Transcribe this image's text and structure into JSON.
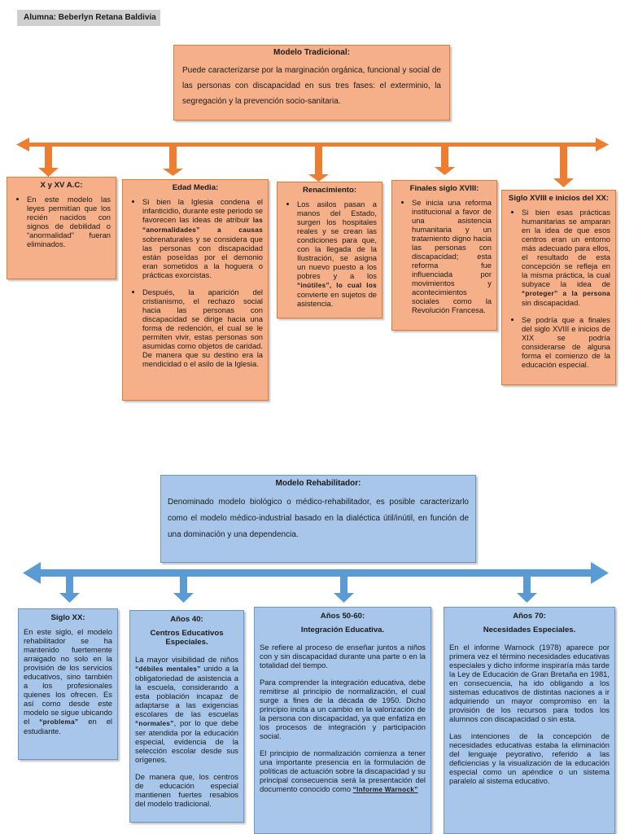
{
  "student": "Alumna: Beberlyn Retana Baldivia",
  "traditional": {
    "title": "Modelo Tradicional:",
    "desc": "Puede caracterizarse por la marginación orgánica, funcional y social de las personas con discapacidad en sus tres fases: el exterminio, la segregación y la prevención socio-sanitaria.",
    "periods": [
      {
        "title": "X y XV A.C:",
        "b1": "En este modelo las leyes permitían que los recién nacidos con signos de debilidad o “anormalidad” fueran eliminados."
      },
      {
        "title": "Edad Media:",
        "b1a": "Si bien la Iglesia condena el infanticidio, durante este periodo se favorecen las ideas de atribuir ",
        "b1s": "las “anormalidades” a causas",
        "b1b": " sobrenaturales y se considera que las personas con discapacidad están poseídas por el demonio eran sometidos a la hoguera o prácticas exorcistas.",
        "b2": "Después, la aparición del cristianismo, el rechazo social hacia las personas con discapacidad se dirige hacia una forma de redención, el cual se le permiten vivir, estas personas son asumidas como objetos de caridad. De manera que su destino era la mendicidad o el asilo de la Iglesia."
      },
      {
        "title": "Renacimiento:",
        "b1a": "Los asilos pasan a manos del Estado, surgen los hospitales reales y se crean las condiciones para que, con la llegada de la Ilustración, se asigna un nuevo puesto a los pobres y a los ",
        "b1s": "“inútiles”, lo cual los",
        "b1b": " convierte en sujetos de asistencia."
      },
      {
        "title": "Finales siglo XVIII:",
        "b1": "Se inicia una reforma institucional a favor de una asistencia humanitaria y un tratamiento digno hacia las personas con discapacidad; esta reforma fue influenciada por movimientos y acontecimientos sociales como la Revolución Francesa."
      },
      {
        "title": "Siglo XVIII e inicios del XX:",
        "b1a": "Si bien esas prácticas humanitarias se amparan en la idea de que esos centros eran un entorno más adecuado para ellos, el resultado de esta concepción se refleja en la misma práctica, la cual subyace la idea de ",
        "b1s": "“proteger” a la persona",
        "b1b": " sin discapacidad.",
        "b2": "Se podría que a finales del siglo XVIII e inicios de XIX se podría considerarse de alguna forma el comienzo de la educación especial."
      }
    ]
  },
  "rehab": {
    "title": "Modelo Rehabilitador:",
    "desc": "Denominado modelo biológico o médico-rehabilitador, es posible caracterizarlo como el modelo médico-industrial basado en la dialéctica útil/inútil, en función de una dominación y una dependencia.",
    "periods": [
      {
        "title": "Siglo XX:",
        "p1a": "En este siglo, el modelo rehabilitador se ha mantenido fuertemente arraigado no solo en la provisión de los servicios educativos, sino también a los profesionales quienes los ofrecen. Es así como desde este modelo se sigue ubicando el ",
        "p1s": "“problema”",
        "p1b": " en el estudiante."
      },
      {
        "title": "Años 40:",
        "subtitle": "Centros Educativos Especiales.",
        "p1a": "La mayor visibilidad de niños ",
        "p1s": "“débiles mentales”",
        "p1b": " unido a la obligatoriedad de asistencia a la escuela, considerando a esta población incapaz de adaptarse a las exigencias escolares de las escuelas ",
        "p1s2": "“normales”",
        "p1c": ", por lo que debe ser atendida por la educación especial, evidencia de la selección escolar desde sus orígenes.",
        "p2": "De manera que, los centros de educación especial mantienen fuertes resabios del modelo tradicional."
      },
      {
        "title": "Años 50-60:",
        "subtitle": "Integración Educativa.",
        "p1": "Se refiere al proceso de enseñar juntos a niños con y sin discapacidad durante una parte o en la totalidad del tiempo.",
        "p2": "Para comprender la integración educativa, debe remitirse al principio de normalización, el cual surge a fines de la década de 1950. Dicho principio incita a un cambio en la valorización de la persona con discapacidad, ya que enfatiza en los procesos de integración y participación social.",
        "p3a": "El principio de normalización comienza a tener una importante presencia en la formulación de políticas de actuación sobre la discapacidad y su principal consecuencia será la presentación del documento conocido como ",
        "p3s": "“Informe Warnock”"
      },
      {
        "title": "Años 70:",
        "subtitle": "Necesidades Especiales.",
        "p1": "En el informe Warnock (1978) aparece por primera vez el término necesidades educativas especiales y dicho informe inspiraría más tarde la Ley de Educación de Gran Bretaña en 1981, en consecuencia, ha ido obligando a los sistemas educativos de distintas naciones a ir adquiriendo un mayor compromiso en la provisión de los recursos para todos los alumnos con discapacidad o sin esta.",
        "p2": "Las intenciones de la concepción de necesidades educativas estaba la eliminación del lenguaje peyorativo, referido a las deficiencias y la visualización de la educación especial como un apéndice o un sistema paralelo al sistema educativo."
      }
    ]
  },
  "colors": {
    "orange_fill": "#f5b08a",
    "orange_border": "#e07a35",
    "orange_arrow": "#ed7d31",
    "blue_fill": "#a8c6ea",
    "blue_border": "#6a96cc",
    "blue_arrow": "#5b9bd5"
  }
}
